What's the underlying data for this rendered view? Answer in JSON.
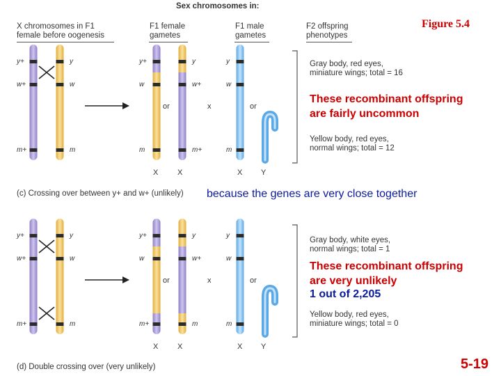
{
  "top_title": "Sex chromosomes in:",
  "headers": {
    "f1_female": [
      "X chromosomes in F1",
      "female before oogenesis"
    ],
    "f1_female_gametes": [
      "F1 female",
      "gametes"
    ],
    "f1_male_gametes": [
      "F1 male",
      "gametes"
    ],
    "f2_phenotypes": [
      "F2 offspring",
      "phenotypes"
    ]
  },
  "figure_label": "Figure 5.4",
  "gene_labels": {
    "y_plus": "y+",
    "y": "y",
    "w_plus": "w+",
    "w": "w",
    "m_plus": "m+",
    "m": "m"
  },
  "words": {
    "or": "or",
    "cross": "x",
    "X": "X",
    "Y": "Y"
  },
  "panel_c": {
    "caption": "(c) Crossing over between y+ and w+ (unlikely)",
    "phenotype_1": [
      "Gray body, red eyes,",
      "miniature wings; total = 16"
    ],
    "phenotype_2": [
      "Yellow body, red eyes,",
      "normal wings; total = 12"
    ],
    "note": [
      "These recombinant offspring",
      "are fairly uncommon"
    ],
    "because": "because the genes are very close together"
  },
  "panel_d": {
    "caption": "(d) Double crossing over (very unlikely)",
    "phenotype_1": [
      "Gray body, white eyes,",
      "normal wings; total = 1"
    ],
    "phenotype_2": [
      "Yellow body, red eyes,",
      "miniature wings; total = 0"
    ],
    "note": [
      "These recombinant offspring",
      "are very unlikely"
    ],
    "odds": "1 out of 2,205"
  },
  "slide_number": "5-19",
  "colors": {
    "purple": "#b9aee0",
    "yellow": "#f3cd76",
    "blue": "#8fc7f2",
    "band": "#2b2b2b",
    "accent_red": "#cc0000",
    "accent_blue": "#0a1aa0"
  }
}
